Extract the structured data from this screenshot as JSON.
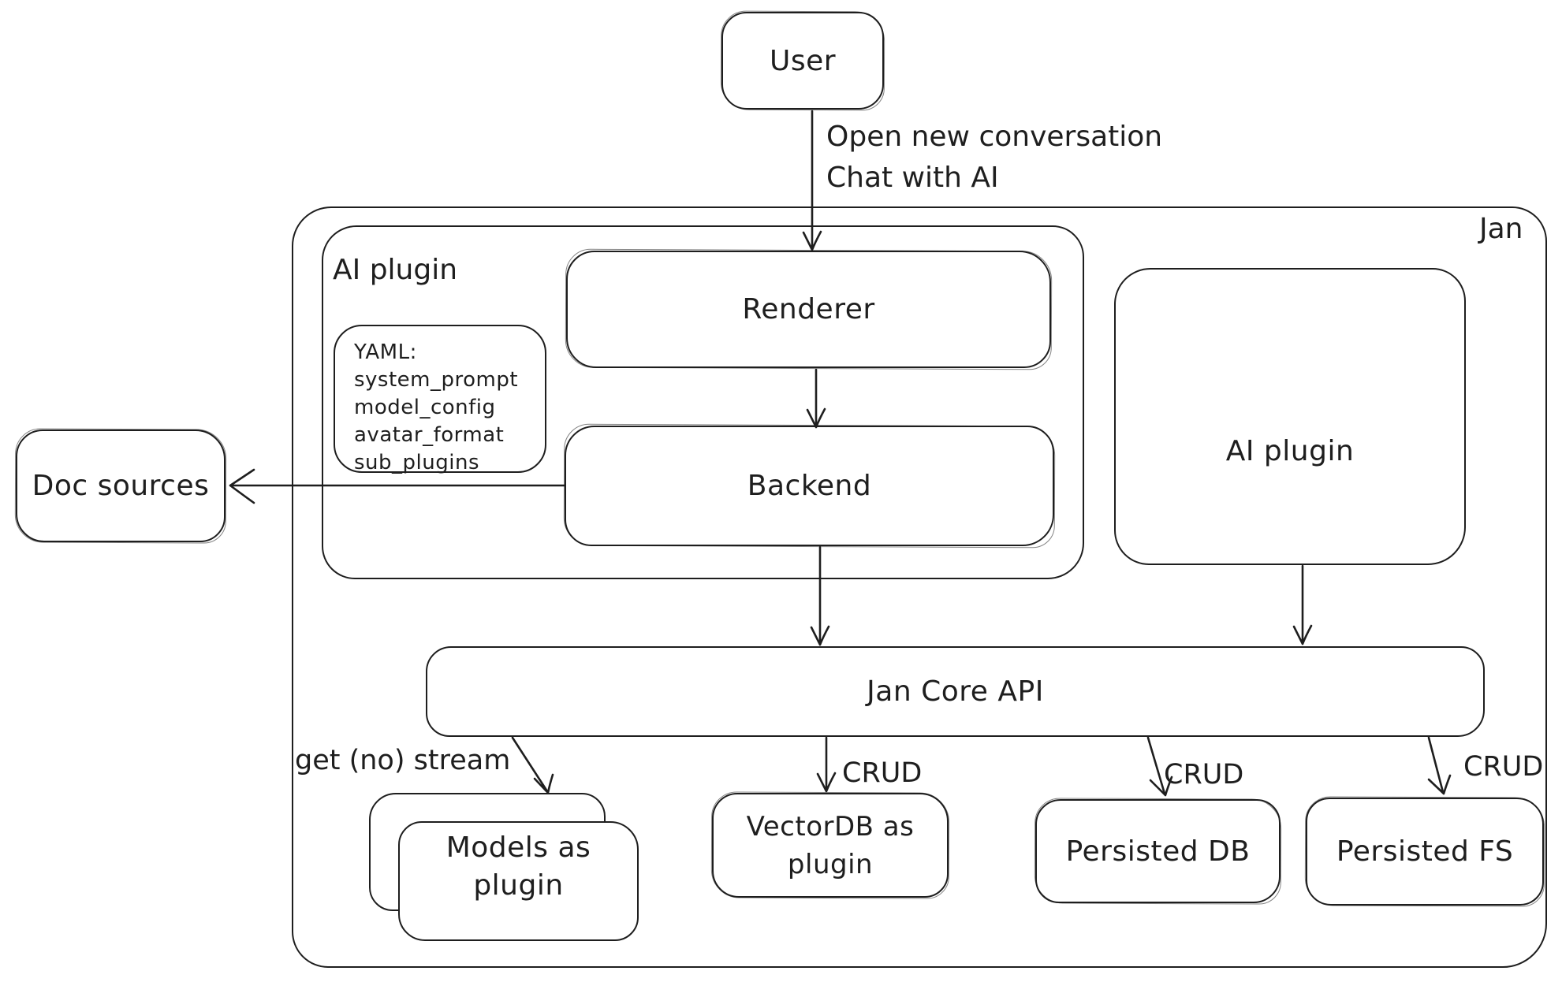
{
  "diagram": {
    "type": "hand-drawn architecture flowchart",
    "colors": {
      "stroke": "#1e1e1e",
      "background": "#ffffff"
    },
    "container": {
      "label": "Jan"
    },
    "nodes": {
      "user": {
        "label": "User"
      },
      "ai_plugin_group": {
        "label": "AI plugin"
      },
      "renderer": {
        "label": "Renderer"
      },
      "backend": {
        "label": "Backend"
      },
      "yaml_note": {
        "lines": [
          "YAML:",
          "system_prompt",
          "model_config",
          "avatar_format",
          "sub_plugins"
        ]
      },
      "doc_sources": {
        "label": "Doc sources"
      },
      "ai_plugin_right": {
        "label": "AI plugin"
      },
      "jan_core_api": {
        "label": "Jan Core API"
      },
      "models_as_plugin": {
        "label": "Models as plugin"
      },
      "vectordb_as_plugin": {
        "label": "VectorDB as plugin"
      },
      "persisted_db": {
        "label": "Persisted DB"
      },
      "persisted_fs": {
        "label": "Persisted FS"
      }
    },
    "edges": {
      "user_to_renderer": {
        "line1": "Open new conversation",
        "line2": "Chat with AI"
      },
      "core_to_models": {
        "label": "get (no) stream"
      },
      "core_to_vectordb": {
        "label": "CRUD"
      },
      "core_to_persisted_db": {
        "label": "CRUD"
      },
      "core_to_persisted_fs": {
        "label": "CRUD"
      }
    }
  }
}
